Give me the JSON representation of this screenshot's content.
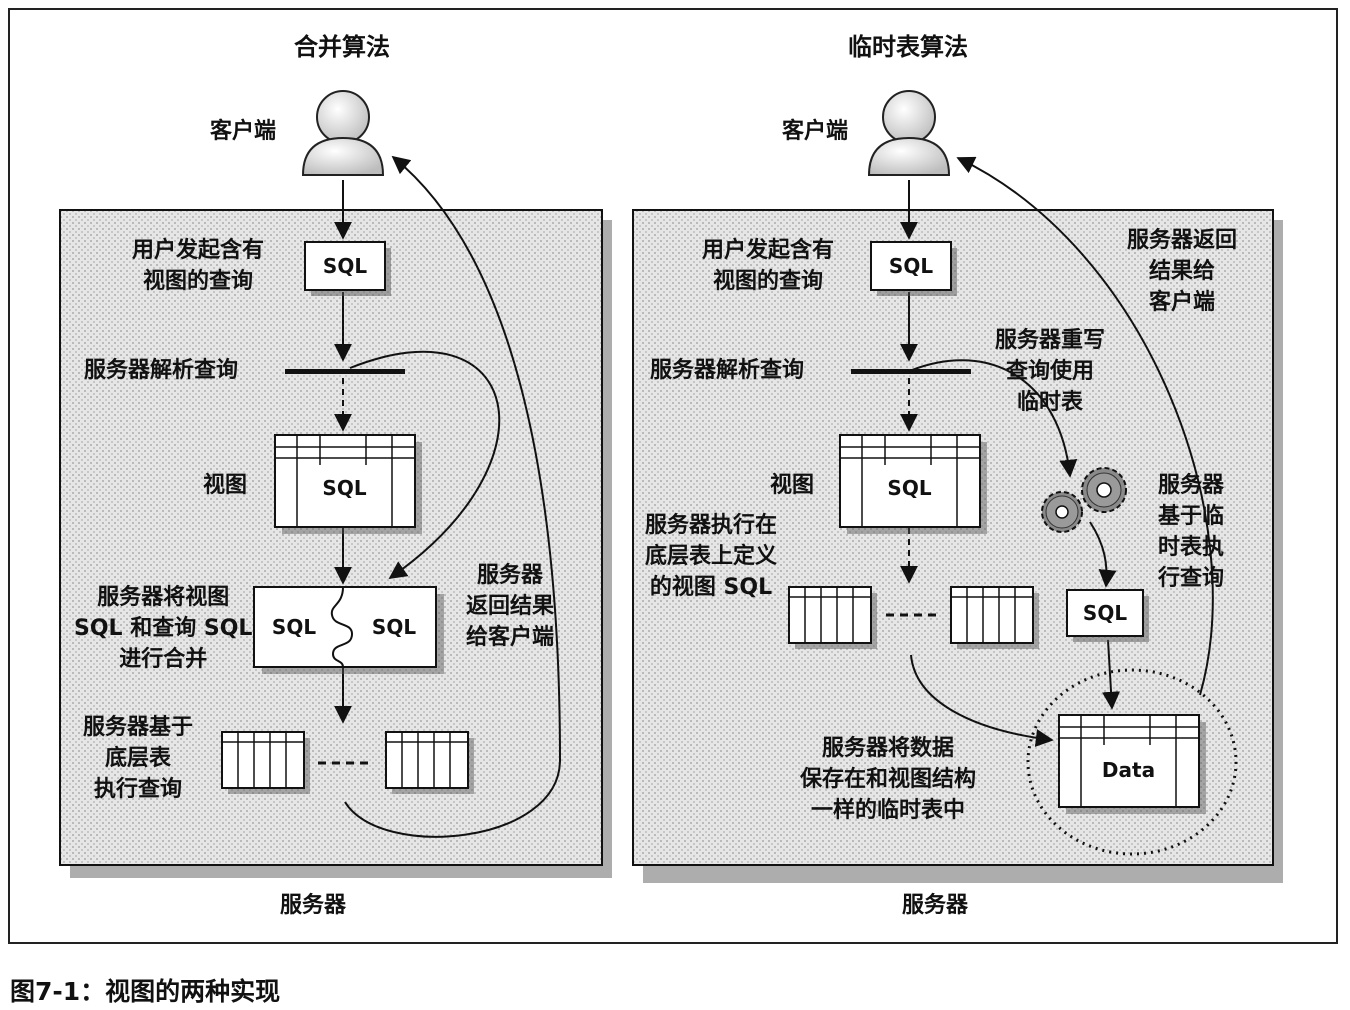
{
  "left_panel": {
    "title": "合并算法",
    "client_label": "客户端",
    "step_user_query": "用户发起含有\n视图的查询",
    "sql_box": "SQL",
    "step_parse": "服务器解析查询",
    "view_label": "视图",
    "view_sql": "SQL",
    "step_merge": "服务器将视图\nSQL 和查询 SQL\n进行合并",
    "merge_left": "SQL",
    "merge_right": "SQL",
    "step_execute": "服务器基于\n底层表\n执行查询",
    "return_label": "服务器\n返回结果\n给客户端",
    "server_label": "服务器"
  },
  "right_panel": {
    "title": "临时表算法",
    "client_label": "客户端",
    "step_user_query": "用户发起含有\n视图的查询",
    "sql_box": "SQL",
    "step_parse": "服务器解析查询",
    "view_label": "视图",
    "view_sql": "SQL",
    "step_rewrite": "服务器重写\n查询使用\n临时表",
    "step_execute_view": "服务器执行在\n底层表上定义\n的视图 SQL",
    "step_temp_query": "服务器\n基于临\n时表执\n行查询",
    "temp_sql": "SQL",
    "step_store": "服务器将数据\n保存在和视图结构\n一样的临时表中",
    "data_label": "Data",
    "return_label": "服务器返回\n结果给\n客户端",
    "server_label": "服务器"
  },
  "caption": "图7-1：视图的两种实现"
}
